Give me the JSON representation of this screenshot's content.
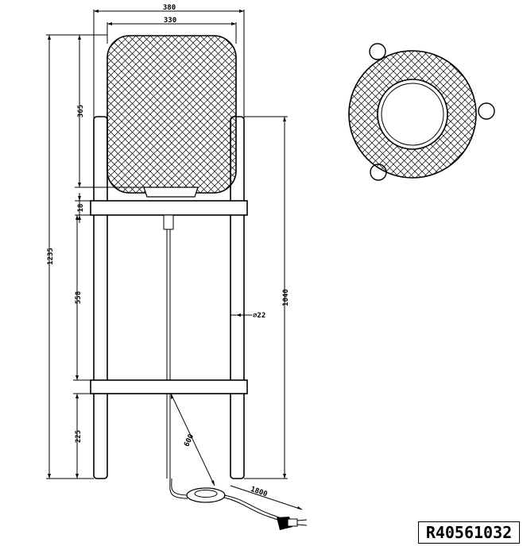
{
  "dimensions": {
    "outer_width": "380",
    "shade_width": "330",
    "shade_height": "365",
    "shelf_thickness": "18",
    "total_height": "1235",
    "post_height": "1040",
    "middle_span": "558",
    "post_diameter": "⌀22",
    "bottom_height": "225",
    "cord_to_switch": "600",
    "cord_to_plug": "1800"
  },
  "model_code": "R40561032",
  "colors": {
    "line": "#000000",
    "background": "#ffffff"
  }
}
